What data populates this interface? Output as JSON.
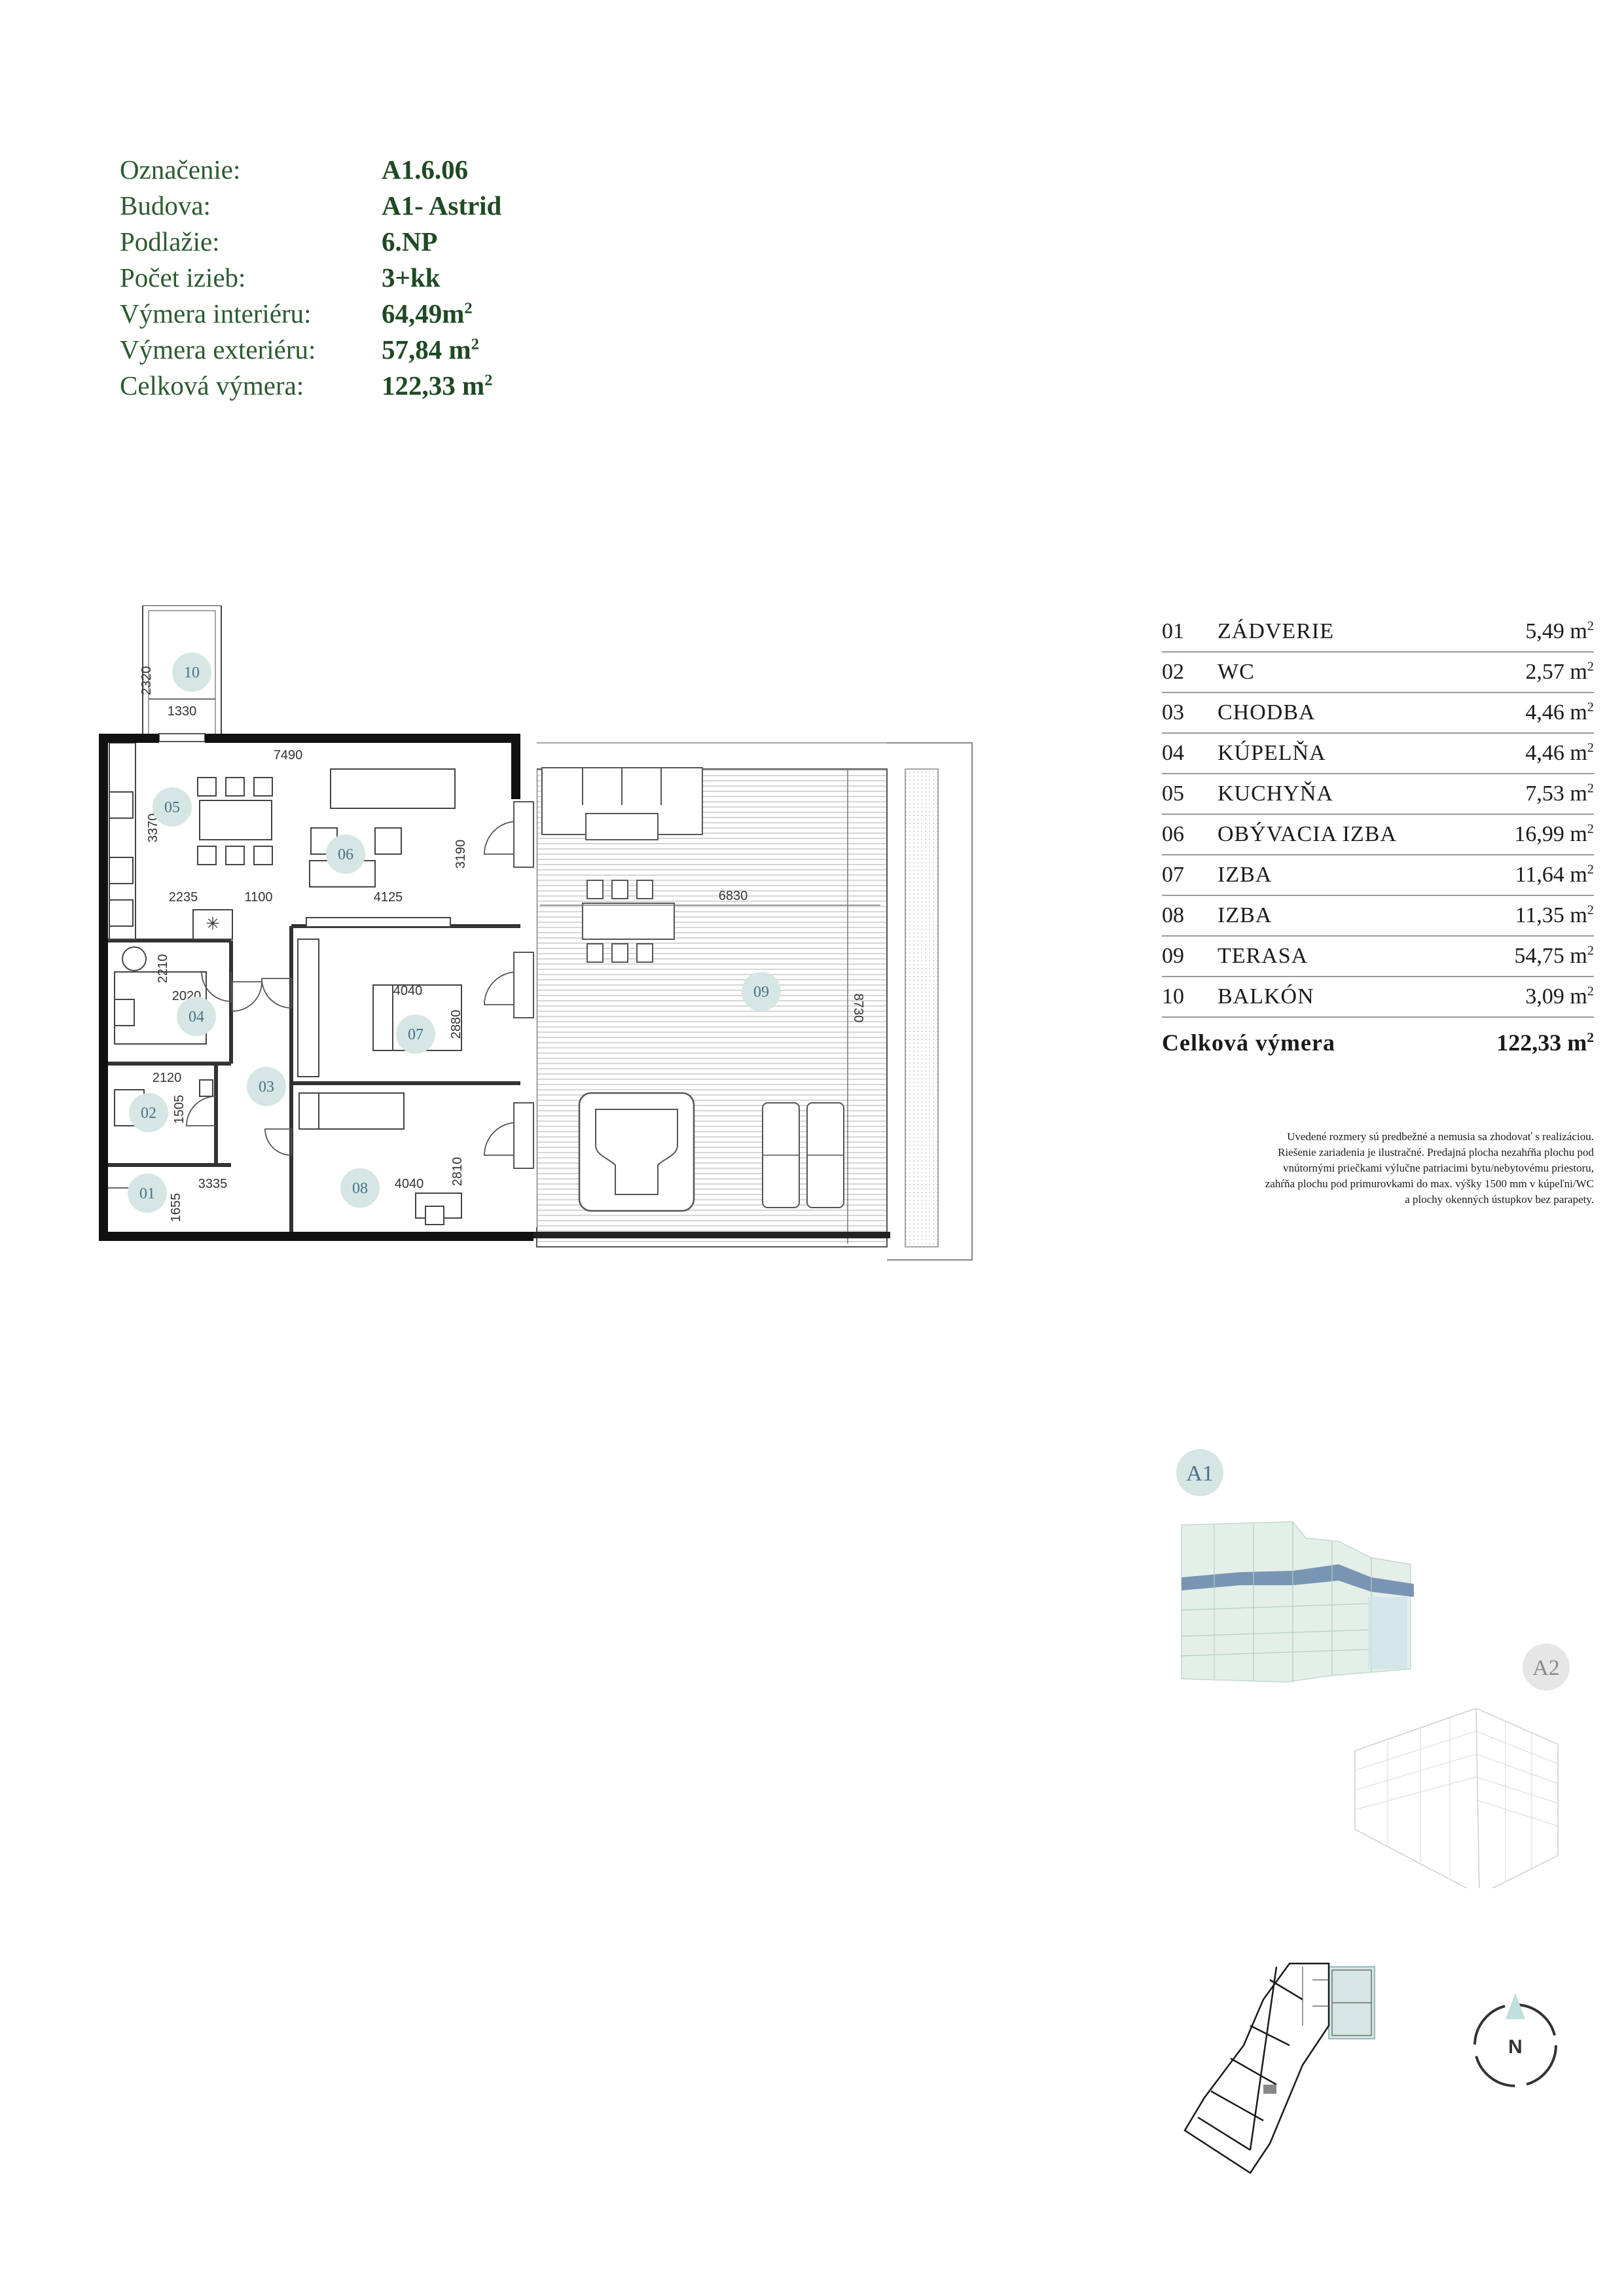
{
  "info": [
    {
      "label": "Označenie:",
      "value": "A1.6.06",
      "sup": ""
    },
    {
      "label": "Budova:",
      "value": "A1- Astrid",
      "sup": ""
    },
    {
      "label": "Podlažie:",
      "value": "6.NP",
      "sup": ""
    },
    {
      "label": "Počet izieb:",
      "value": "3+kk",
      "sup": ""
    },
    {
      "label": "Výmera interiéru:",
      "value": "64,49m",
      "sup": "2"
    },
    {
      "label": "Výmera exteriéru:",
      "value": "57,84 m",
      "sup": "2"
    },
    {
      "label": "Celková výmera:",
      "value": "122,33 m",
      "sup": "2"
    }
  ],
  "rooms": [
    {
      "num": "01",
      "name": "ZÁDVERIE",
      "area": "5,49 m",
      "sup": "2"
    },
    {
      "num": "02",
      "name": "WC",
      "area": "2,57 m",
      "sup": "2"
    },
    {
      "num": "03",
      "name": "CHODBA",
      "area": "4,46 m",
      "sup": "2"
    },
    {
      "num": "04",
      "name": "KÚPELŇA",
      "area": "4,46 m",
      "sup": "2"
    },
    {
      "num": "05",
      "name": "KUCHYŇA",
      "area": "7,53 m",
      "sup": "2"
    },
    {
      "num": "06",
      "name": "OBÝVACIA IZBA",
      "area": "16,99 m",
      "sup": "2"
    },
    {
      "num": "07",
      "name": "IZBA",
      "area": "11,64 m",
      "sup": "2"
    },
    {
      "num": "08",
      "name": "IZBA",
      "area": "11,35 m",
      "sup": "2"
    },
    {
      "num": "09",
      "name": "TERASA",
      "area": "54,75 m",
      "sup": "2"
    },
    {
      "num": "10",
      "name": "BALKÓN",
      "area": "3,09 m",
      "sup": "2"
    }
  ],
  "total": {
    "label": "Celková výmera",
    "value": "122,33 m",
    "sup": "2"
  },
  "note": [
    "Uvedené rozmery sú predbežné a nemusia sa zhodovať s realizáciou.",
    "Riešenie zariadenia je ilustračné. Predajná plocha nezahŕňa plochu pod",
    "vnútornými priečkami výlučne patriacimi bytu/nebytovému priestoru,",
    "zahŕňa plochu pod primurovkami do max. výšky 1500 mm v kúpeľni/WC",
    "a plochy okenných ústupkov bez parapety."
  ],
  "plan": {
    "labels": {
      "r01": "01",
      "r02": "02",
      "r03": "03",
      "r04": "04",
      "r05": "05",
      "r06": "06",
      "r07": "07",
      "r08": "08",
      "r09": "09",
      "r10": "10"
    },
    "dims": {
      "d2320": "2320",
      "d1330": "1330",
      "d7490": "7490",
      "d3370": "3370",
      "d3190": "3190",
      "d2235": "2235",
      "d1100": "1100",
      "d4125": "4125",
      "d6830": "6830",
      "d2210": "2210",
      "d2020": "2020",
      "d4040a": "4040",
      "d2880": "2880",
      "d8730": "8730",
      "d2120": "2120",
      "d1505": "1505",
      "d3335": "3335",
      "d4040b": "4040",
      "d2810": "2810",
      "d1655": "1655"
    }
  },
  "buildings": {
    "a1": "A1",
    "a2": "A2"
  },
  "compass": {
    "n": "N"
  },
  "colors": {
    "accent": "#1f4a24",
    "room_badge": "#d5e6e4",
    "badge_text": "#4a6f8a",
    "highlight": "#5577a0"
  }
}
